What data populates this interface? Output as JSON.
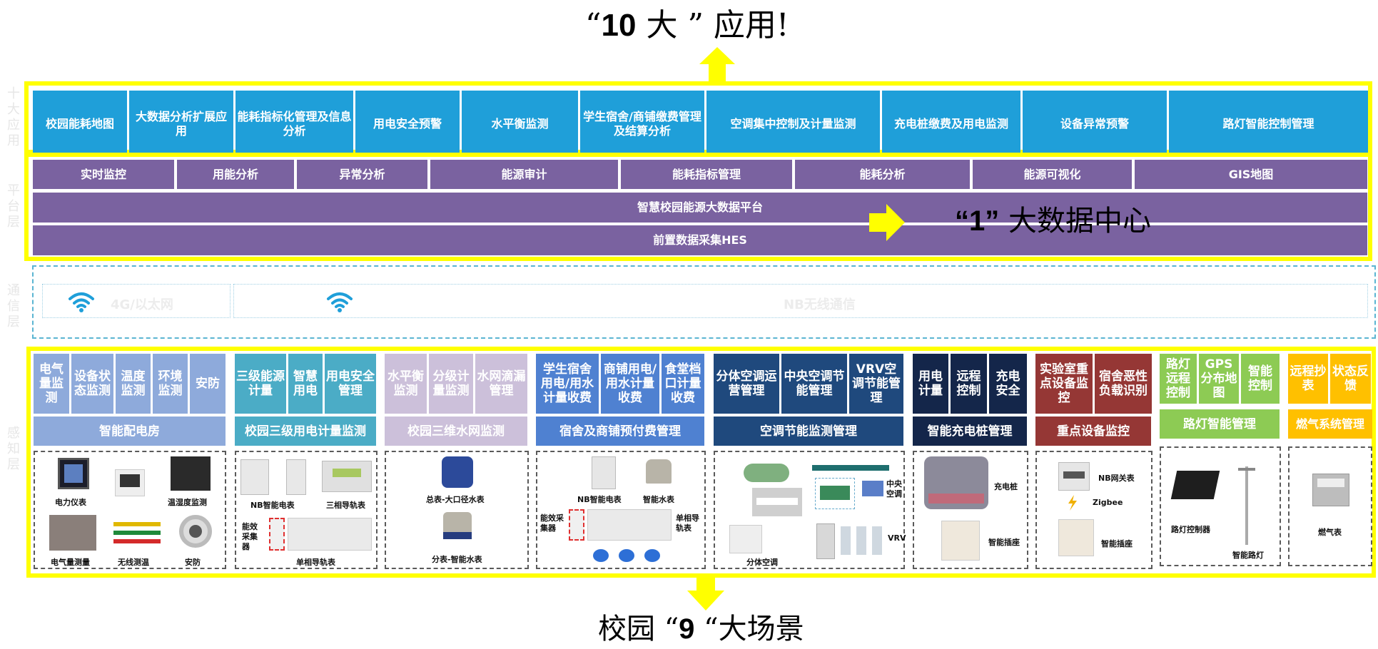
{
  "titles": {
    "top_prefix": "“",
    "top_number": "10",
    "top_rest": "大 ” 应用!",
    "bottom_prefix": "校园 “",
    "bottom_number": "9",
    "bottom_rest": " “大场景",
    "data_center_quote": "“1”",
    "data_center_rest": " 大数据中心"
  },
  "side_labels": [
    "十大应用",
    "平台层",
    "通信层",
    "感知层"
  ],
  "applications": [
    "校园能耗地图",
    "大数据分析扩展应用",
    "能耗指标化管理及信息分析",
    "用电安全预警",
    "水平衡监测",
    "学生宿舍/商铺缴费管理及结算分析",
    "空调集中控制及计量监测",
    "充电桩缴费及用电监测",
    "设备异常预警",
    "路灯智能控制管理"
  ],
  "platform": {
    "functions": [
      "实时监控",
      "用能分析",
      "异常分析",
      "能源审计",
      "能耗指标管理",
      "能耗分析",
      "能源可视化",
      "GIS地图"
    ],
    "big_data_platform": "智慧校园能源大数据平台",
    "hes": "前置数据采集HES"
  },
  "network": {
    "left_label": "4G/以太网",
    "right_label": "NB无线通信"
  },
  "scenes": [
    {
      "name": "智能配电房",
      "color": "#8eaadb",
      "features": [
        "电气量监测",
        "设备状态监测",
        "温度监测",
        "环境监测",
        "安防"
      ],
      "devices": [
        "电力仪表",
        "温湿度监测",
        "电气量测量",
        "无线测温",
        "安防"
      ]
    },
    {
      "name": "校园三级用电计量监测",
      "color": "#4bacc6",
      "features": [
        "三级能源计量",
        "智慧用电",
        "用电安全管理"
      ],
      "devices": [
        "NB智能电表",
        "三相导轨表",
        "能效采集器",
        "单相导轨表"
      ]
    },
    {
      "name": "校园三维水网监测",
      "color": "#ccc0da",
      "features": [
        "水平衡监测",
        "分级计量监测",
        "水网滴漏管理"
      ],
      "devices": [
        "总表-大口径水表",
        "分表-智能水表"
      ]
    },
    {
      "name": "宿舍及商铺预付费管理",
      "color": "#4f81d1",
      "features": [
        "学生宿舍用电/用水计量收费",
        "商铺用电/用水计量收费",
        "食堂档口计量收费"
      ],
      "devices": [
        "NB智能电表",
        "智能水表",
        "能效采集器",
        "单相导轨表"
      ]
    },
    {
      "name": "空调节能监测管理",
      "color": "#1f497d",
      "features": [
        "分体空调运营管理",
        "中央空调节能管理",
        "VRV空调节能管理"
      ],
      "devices": [
        "分体空调",
        "中央空调",
        "VRV"
      ]
    },
    {
      "name": "智能充电桩管理",
      "color": "#14264a",
      "features": [
        "用电计量",
        "远程控制",
        "充电安全"
      ],
      "devices": [
        "充电桩",
        "智能插座"
      ]
    },
    {
      "name": "重点设备监控",
      "color": "#953735",
      "features": [
        "实验室重点设备监控",
        "宿舍恶性负载识别"
      ],
      "devices": [
        "NB网关表",
        "Zigbee",
        "智能插座"
      ]
    },
    {
      "name": "路灯智能管理",
      "color": "#8dcb54",
      "features": [
        "路灯远程控制",
        "GPS分布地图",
        "智能控制"
      ],
      "devices": [
        "路灯控制器",
        "智能路灯"
      ]
    },
    {
      "name": "燃气系统管理",
      "color": "#ffc000",
      "features": [
        "远程抄表",
        "状态反馈"
      ],
      "devices": [
        "燃气表"
      ]
    }
  ],
  "colors": {
    "highlight_yellow": "#ffff00",
    "app_blue": "#1f9fd9",
    "platform_purple": "#7a62a0",
    "network_dash": "#5bb5d2"
  }
}
